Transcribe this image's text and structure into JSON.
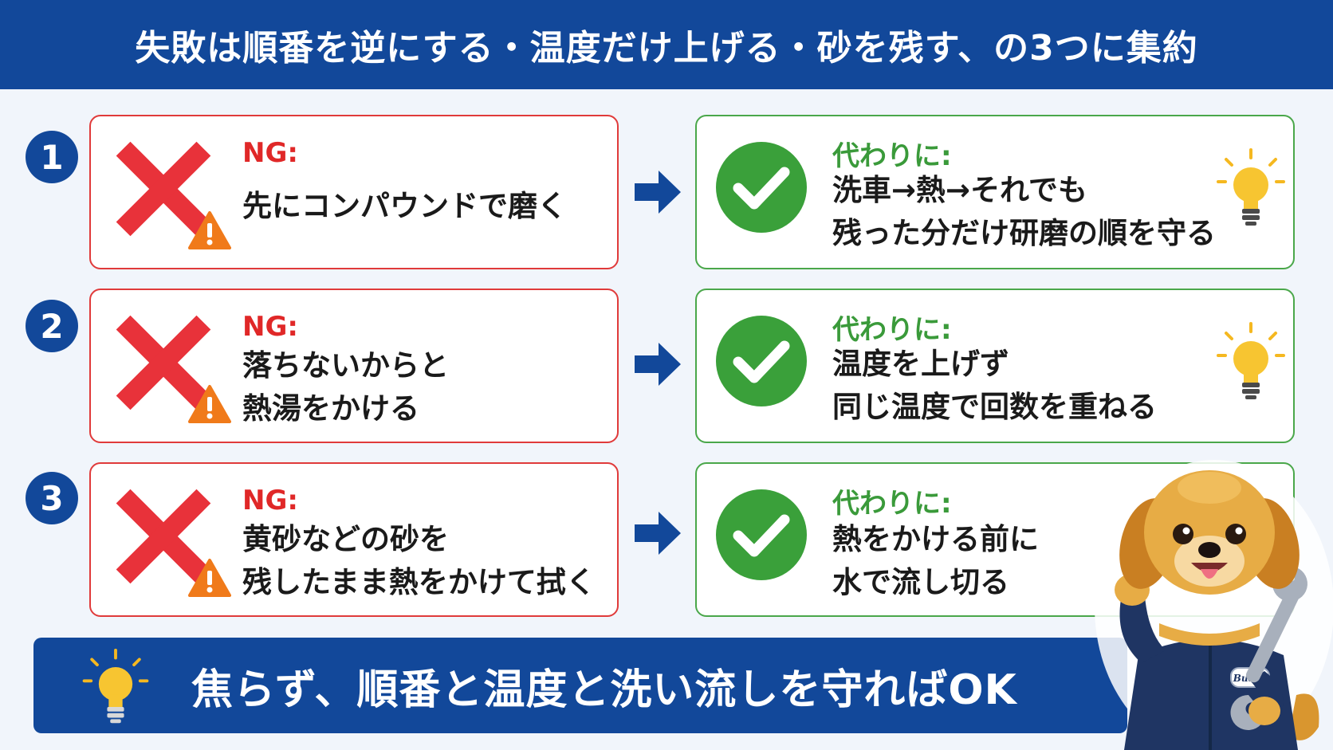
{
  "header": {
    "title": "失敗は順番を逆にする・温度だけ上げる・砂を残す、の3つに集約"
  },
  "items": [
    {
      "number": "1",
      "ng_label": "NG:",
      "ng_lines": [
        "先にコンパウンドで磨く"
      ],
      "ok_label": "代わりに:",
      "ok_lines": [
        "洗車→熱→それでも",
        "残った分だけ研磨の順を守る"
      ]
    },
    {
      "number": "2",
      "ng_label": "NG:",
      "ng_lines": [
        "落ちないからと",
        "熱湯をかける"
      ],
      "ok_label": "代わりに:",
      "ok_lines": [
        "温度を上げず",
        "同じ温度で回数を重ねる"
      ]
    },
    {
      "number": "3",
      "ng_label": "NG:",
      "ng_lines": [
        "黄砂などの砂を",
        "残したまま熱をかけて拭く"
      ],
      "ok_label": "代わりに:",
      "ok_lines": [
        "熱をかける前に",
        "水で流し切る"
      ]
    }
  ],
  "footer": {
    "text": "焦らず、順番と温度と洗い流しを守ればOK"
  },
  "mascot": {
    "badge": "Buddy"
  },
  "icons": {
    "ng": "cross-mark-icon",
    "warning": "warning-icon",
    "ok": "check-circle-icon",
    "arrow": "arrow-right-icon",
    "hint": "lightbulb-icon"
  },
  "colors": {
    "primary": "#12489a",
    "ng": "#e02828",
    "ok": "#3a9a3a",
    "warning": "#f07a1a",
    "bulb": "#f7c531",
    "background": "#f1f5fb"
  }
}
